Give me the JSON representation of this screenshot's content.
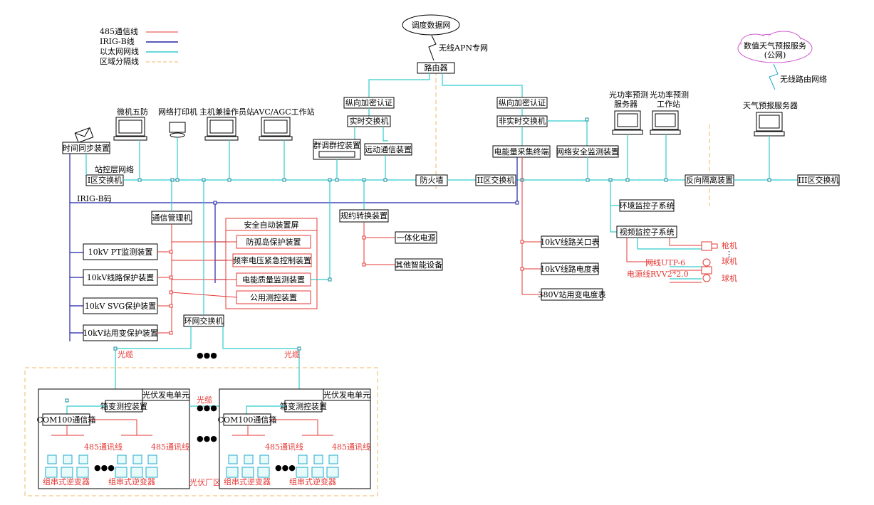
{
  "legend": [
    {
      "label": "485通信线",
      "color": "#e53935"
    },
    {
      "label": "IRIG-B线",
      "color": "#2222aa"
    },
    {
      "label": "以太网网线",
      "color": "#33cccc"
    },
    {
      "label": "区域分隔线",
      "color": "#f0b860"
    }
  ],
  "top": {
    "dispatch_net": "调度数据网",
    "apn": "无线APN专网",
    "router": "路由器",
    "vert_auth_1": "纵向加密认证",
    "vert_auth_2": "纵向加密认证",
    "rt_switch": "实时交换机",
    "nrt_switch": "非实时交换机"
  },
  "stations": {
    "wufang": "微机五防",
    "printer": "网络打印机",
    "host": "主机兼操作员站",
    "avc": "AVC/AGC工作站"
  },
  "weather": {
    "cloud_line1": "数值天气预报服务",
    "cloud_line2": "(公网)",
    "wireless": "无线路由网络",
    "server": "天气预报服务器"
  },
  "forecast": {
    "server_l1": "光功率预测",
    "server_l2": "服务器",
    "ws_l1": "光功率预测",
    "ws_l2": "工作站"
  },
  "boxes": {
    "time_sync": "时间同步装置",
    "station_net": "站控层网络",
    "sw1": "I区交换机",
    "group_ctrl": "群调群控装置",
    "telecontrol": "远动通信装置",
    "firewall": "防火墙",
    "sw2": "II区交换机",
    "energy": "电能量采集终端",
    "netsec": "网络安全监测装置",
    "reverse_iso": "反向隔离装置",
    "sw3": "III区交换机",
    "irig_code": "IRIG-B码",
    "comm_mgr": "通信管理机",
    "protocol_conv": "规约转换装置",
    "integ_power": "一体化电源",
    "other_dev": "其他智能设备",
    "env_mon": "环境监控子系统",
    "video_mon": "视频监控子系统",
    "pt_mon": "10kV PT监测装置",
    "line_prot": "10kV线路保护装置",
    "svg_prot": "10kV SVG保护装置",
    "trans_prot": "10kV站用变保护装置",
    "ring_sw": "环网交换机",
    "gateway_meter": "10kV线路关口表",
    "line_meter": "10kV线路电度表",
    "aux_meter": "380V站用变电度表"
  },
  "safety_panel": {
    "title": "安全自动装置屏",
    "items": [
      "防孤岛保护装置",
      "频率电压紧急控制装置",
      "电能质量监测装置",
      "公用测控装置"
    ]
  },
  "video": {
    "utp": "网线UTP-6",
    "rvv": "电源线RVV2*2.0",
    "gun": "枪机",
    "ball1": "球机",
    "ball2": "球机"
  },
  "field": {
    "fiber_left": "光缆",
    "fiber_right": "光缆",
    "fiber_mid": "光缆",
    "area_label": "光伏厂区",
    "unit_title": "光伏发电单元",
    "box_ctrl": "箱变测控装置",
    "com100": "COM100通信箱",
    "rs485": "485通讯线",
    "inverter": "组串式逆变器",
    "dots": "●●●"
  }
}
